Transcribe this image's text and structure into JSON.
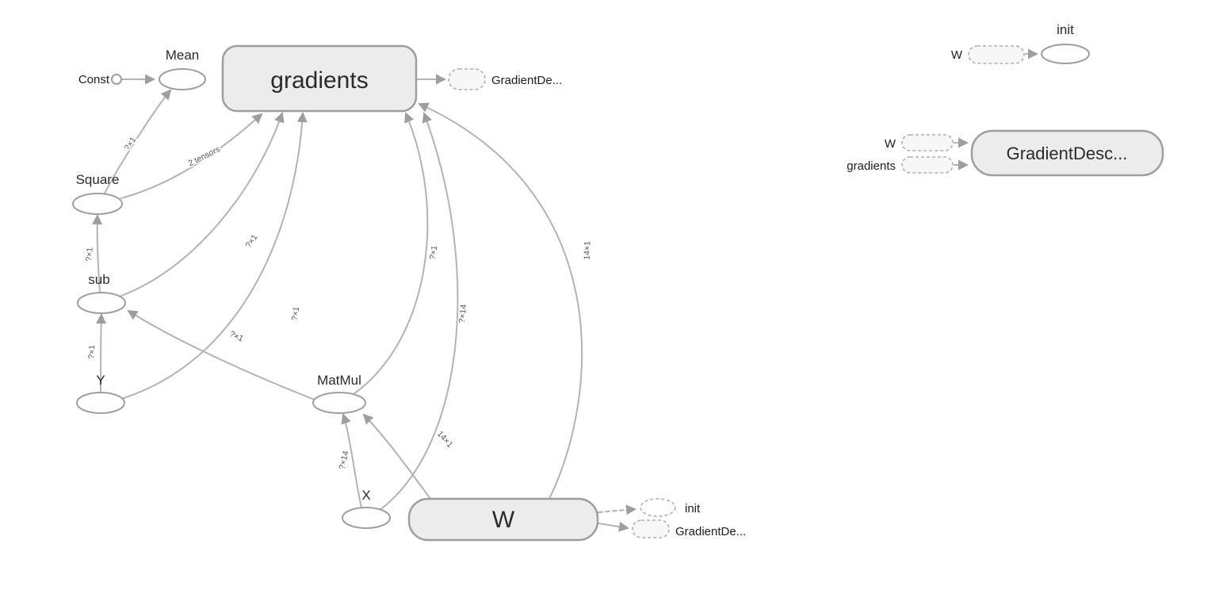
{
  "graph": {
    "nodes": {
      "const": {
        "label": "Const"
      },
      "mean": {
        "label": "Mean"
      },
      "gradients": {
        "label": "gradients"
      },
      "square": {
        "label": "Square"
      },
      "sub": {
        "label": "sub"
      },
      "y": {
        "label": "Y"
      },
      "matmul": {
        "label": "MatMul"
      },
      "x": {
        "label": "X"
      },
      "w": {
        "label": "W"
      }
    },
    "aux_refs": {
      "gradients_out": {
        "label": "GradientDe..."
      },
      "w_init_out": {
        "label": "init"
      },
      "w_grad_out": {
        "label": "GradientDe..."
      }
    },
    "edge_labels": {
      "square_mean": "?×1",
      "square_gradients": "2 tensors",
      "sub_square": "?×1",
      "sub_gradients": "?×1",
      "y_sub": "?×1",
      "y_gradients": "?×1",
      "matmul_sub": "?×1",
      "matmul_gradients": "?×1",
      "x_matmul": "?×14",
      "x_gradients": "?×14",
      "w_matmul": "14×1",
      "w_gradients": "14×1"
    },
    "right_panel": {
      "init_group": {
        "title": "init",
        "input_label": "W"
      },
      "gd_group": {
        "title": "GradientDesc...",
        "input_labels": [
          "W",
          "gradients"
        ]
      }
    },
    "colors": {
      "metanode_fill": "#ececec",
      "node_stroke": "#9e9e9e",
      "edge": "#b3b3b3",
      "text": "#2b2b2b"
    }
  }
}
